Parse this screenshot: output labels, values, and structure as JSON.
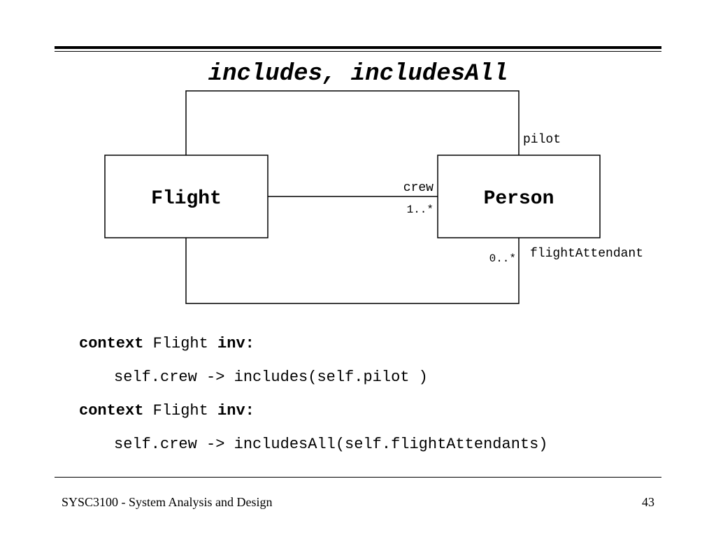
{
  "title": "includes, includesAll",
  "diagram": {
    "classes": {
      "flight": "Flight",
      "person": "Person"
    },
    "associations": {
      "pilot_role": "pilot",
      "crew_role": "crew",
      "crew_multiplicity": "1..*",
      "flight_attendant_role": "flightAttendant",
      "flight_attendant_multiplicity": "0..*"
    }
  },
  "constraints": [
    {
      "keyword_context": "context",
      "class_name": "Flight",
      "keyword_inv": "inv",
      "colon": ":",
      "expression": "self.crew -> includes(self.pilot )"
    },
    {
      "keyword_context": "context",
      "class_name": "Flight",
      "keyword_inv": "inv",
      "colon": ":",
      "expression": "self.crew -> includesAll(self.flightAttendants)"
    }
  ],
  "footer": {
    "course": "SYSC3100 - System Analysis and Design",
    "page_number": "43"
  }
}
